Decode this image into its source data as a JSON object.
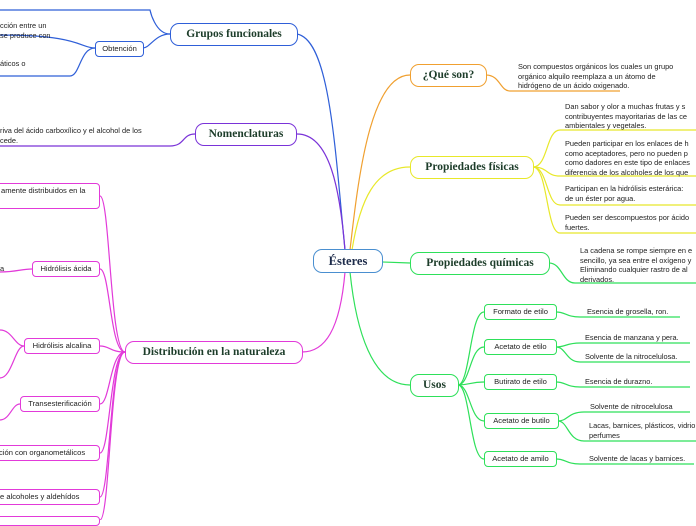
{
  "root": "Ésteres",
  "branches": {
    "grupos": "Grupos funcionales",
    "obtencion": "Obtención",
    "grupos_texts": [
      "cción entre un",
      "se produce con",
      "áticos o"
    ],
    "nomenclaturas": "Nomenclaturas",
    "nomenclaturas_text": [
      "riva del ácido carboxílico y el alcohol de los",
      "cede."
    ],
    "distribucion": "Distribución en la naturaleza",
    "dist_items": [
      "amente distribuidos en la",
      "Hidrólisis ácida",
      "Hidrólisis alcalina",
      "Transesterificación",
      "ción con organometálicos",
      "e alcoholes y aldehídos"
    ],
    "dist_fragment": "a",
    "que_son": "¿Qué son?",
    "que_son_text": [
      "Son compuestos orgánicos los cuales un grupo",
      "orgánico alquilo reemplaza a un átomo de",
      "hidrógeno de un ácido oxigenado."
    ],
    "fisicas": "Propiedades físicas",
    "fisicas_texts": [
      [
        "Dan sabor y olor a muchas frutas y s",
        "contribuyentes mayoritarias de las ce",
        "ambientales y vegetales."
      ],
      [
        "Pueden participar en los enlaces de h",
        "como aceptadores, pero no pueden p",
        "como dadores en este tipo de enlaces",
        "diferencia de los alcoholes de los que"
      ],
      [
        "Participan en la hidrólisis esterárica:",
        "de un éster por agua."
      ],
      [
        "Pueden ser descompuestos por ácido",
        "fuertes."
      ]
    ],
    "quimicas": "Propiedades químicas",
    "quimicas_text": [
      "La cadena se rompe siempre en e",
      "sencillo, ya sea entre el oxígeno y",
      "Eliminando cualquier rastro de al",
      "derivados."
    ],
    "usos": "Usos",
    "usos_items": [
      {
        "label": "Formato de etilo",
        "texts": [
          "Esencia de grosella, ron."
        ]
      },
      {
        "label": "Acetato de etilo",
        "texts": [
          "Esencia de manzana y pera.",
          "Solvente de la nitrocelulosa."
        ]
      },
      {
        "label": "Butirato de etilo",
        "texts": [
          "Esencia de durazno."
        ]
      },
      {
        "label": "Acetato de butilo",
        "texts": [
          "Solvente de nitrocelulosa",
          "Lacas, barnices, plásticos, vidrio|perfumes"
        ]
      },
      {
        "label": "Acetato de amilo",
        "texts": [
          "Solvente de lacas y barnices."
        ]
      }
    ]
  },
  "colors": {
    "root": "#4a8fd0",
    "grupos": "#2f5fd8",
    "nomenclaturas": "#7a33d8",
    "distribucion": "#e23ad9",
    "que_son": "#f0a030",
    "fisicas": "#e8e82a",
    "quimicas": "#2ee05a",
    "usos": "#2ee05a"
  }
}
